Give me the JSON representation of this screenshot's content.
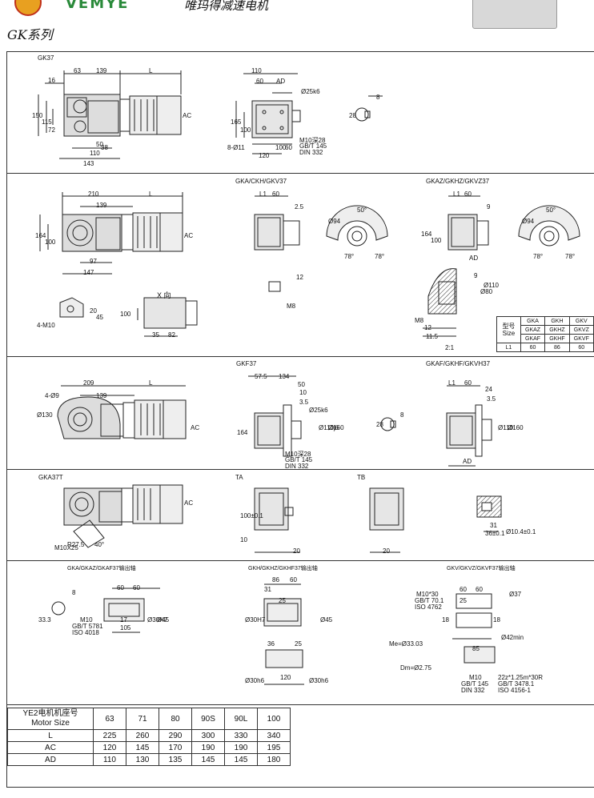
{
  "header": {
    "brand_latin": "VEMYE",
    "brand_cn": "唯玛得减速电机",
    "series_title": "GK系列"
  },
  "sections": {
    "gk37": {
      "title": "GK37",
      "dims": [
        "63",
        "139",
        "L",
        "16",
        "150",
        "115",
        "72",
        "50",
        "38",
        "110",
        "143",
        "110",
        "60",
        "AD",
        "165",
        "100",
        "8-Ø11",
        "120",
        "100",
        "60",
        "Ø25k6",
        "AC",
        "M10深28",
        "GB/T 145",
        "DIN 332",
        "8",
        "28"
      ]
    },
    "gka37": {
      "title_a": "GKA/CKH/GKV37",
      "title_b": "GKAZ/GKHZ/GKVZ37",
      "dims_left": [
        "210",
        "139",
        "L",
        "164",
        "100",
        "97",
        "147",
        "AC"
      ],
      "dims_mid": [
        "L1",
        "60",
        "2.5",
        "Ø94",
        "50°",
        "78°",
        "78°",
        "12",
        "M8"
      ],
      "dims_right": [
        "L1",
        "60",
        "9",
        "Ø94",
        "50°",
        "78°",
        "78°",
        "AD",
        "164",
        "100",
        "Ø110",
        "Ø80",
        "9",
        "12",
        "11.5",
        "M8",
        "2:1"
      ],
      "view_x": "X 向",
      "dims_x": [
        "4-M10",
        "20",
        "45",
        "100",
        "35",
        "82"
      ],
      "l1_table": {
        "rows": [
          [
            "型号\nSize",
            "GKA",
            "GKH",
            "GKV"
          ],
          [
            "",
            "GKAZ",
            "GKHZ",
            "GKVZ"
          ],
          [
            "",
            "GKAF",
            "GKHF",
            "GKVF"
          ],
          [
            "L1",
            "60",
            "86",
            "60"
          ]
        ]
      }
    },
    "gkf37": {
      "title": "GKF37",
      "title_b": "GKAF/GKHF/GKVH37",
      "dims": [
        "209",
        "139",
        "L",
        "4-Ø9",
        "Ø130",
        "AC",
        "57.5",
        "134",
        "50",
        "10",
        "3.5",
        "164",
        "Ø110j6",
        "Ø160",
        "Ø25k6",
        "M10深28",
        "GB/T 145",
        "DIN 332",
        "8",
        "28",
        "L1",
        "60",
        "24",
        "3.5",
        "Ø110",
        "Ø160",
        "AD"
      ]
    },
    "gka37t": {
      "title": "GKA37T",
      "title_ta": "TA",
      "title_tb": "TB",
      "dims": [
        "M10X25",
        "R27.5",
        "40°",
        "AC",
        "100±0.1",
        "10",
        "20",
        "20",
        "31",
        "36±0.1",
        "Ø10.4±0.1"
      ]
    },
    "shafts": {
      "title_a": "GKA/GKAZ/GKAF37输出轴",
      "title_b": "GKH/GKHZ/GKHF37输出轴",
      "title_c": "GKV/GKVZ/GKVF37输出轴",
      "dims_a": [
        "8",
        "60",
        "60",
        "33.3",
        "M10",
        "GB/T 5781",
        "ISO 4018",
        "17",
        "105",
        "Ø30H7",
        "Ø45"
      ],
      "dims_b": [
        "86",
        "60",
        "31",
        "25",
        "Ø30H7",
        "Ø45",
        "36",
        "25",
        "120",
        "Ø30h6",
        "Ø30h6"
      ],
      "dims_c": [
        "60",
        "60",
        "M10*30",
        "GB/T 70.1",
        "ISO 4762",
        "25",
        "18",
        "18",
        "85",
        "Ø37",
        "Ø42min",
        "Me=Ø33.03",
        "Dm=Ø2.75",
        "M10",
        "GB/T 145",
        "DIN 332",
        "22z*1.25m*30R",
        "GB/T 3478.1",
        "ISO 4156-1"
      ]
    }
  },
  "size_table": {
    "header_label_cn": "YE2电机机座号",
    "header_label_en": "Motor Size",
    "sizes": [
      "63",
      "71",
      "80",
      "90S",
      "90L",
      "100"
    ],
    "rows": [
      {
        "label": "L",
        "values": [
          "225",
          "260",
          "290",
          "300",
          "330",
          "340"
        ]
      },
      {
        "label": "AC",
        "values": [
          "120",
          "145",
          "170",
          "190",
          "190",
          "195"
        ]
      },
      {
        "label": "AD",
        "values": [
          "110",
          "130",
          "135",
          "145",
          "145",
          "180"
        ]
      }
    ]
  }
}
